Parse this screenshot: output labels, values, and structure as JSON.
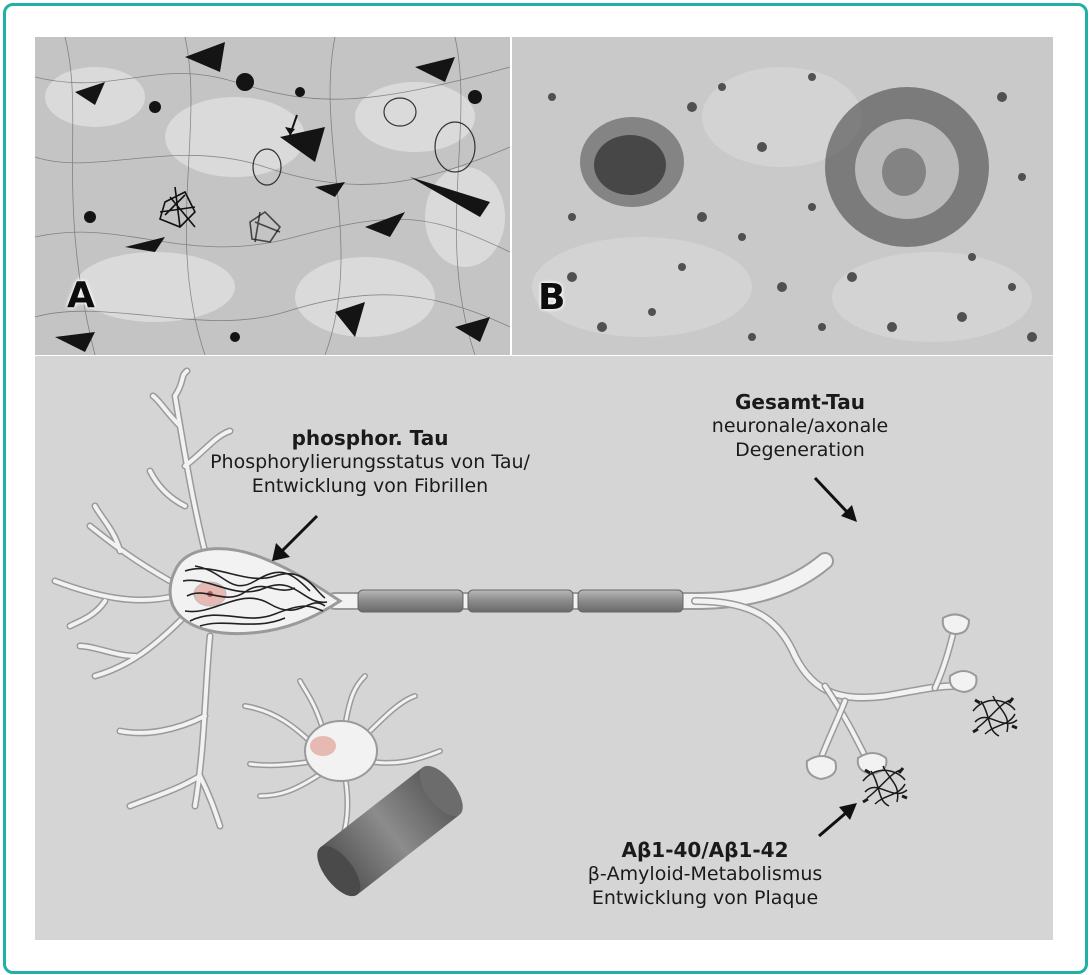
{
  "panels": {
    "a": {
      "letter": "A"
    },
    "b": {
      "letter": "B"
    }
  },
  "labels": {
    "phosphor_tau": {
      "title": "phosphor. Tau",
      "line1": "Phosphorylierungsstatus von Tau/",
      "line2": "Entwicklung von Fibrillen"
    },
    "gesamt_tau": {
      "title": "Gesamt-Tau",
      "line1": "neuronale/axonale",
      "line2": "Degeneration"
    },
    "abeta": {
      "title": "Aβ1-40/Aβ1-42",
      "line1": "β-Amyloid-Metabolismus",
      "line2": "Entwicklung von Plaque"
    }
  },
  "colors": {
    "frame": "#21b0a5",
    "diagram_background": "#d5d5d5",
    "cell_fill": "#f2f2f2"
  }
}
